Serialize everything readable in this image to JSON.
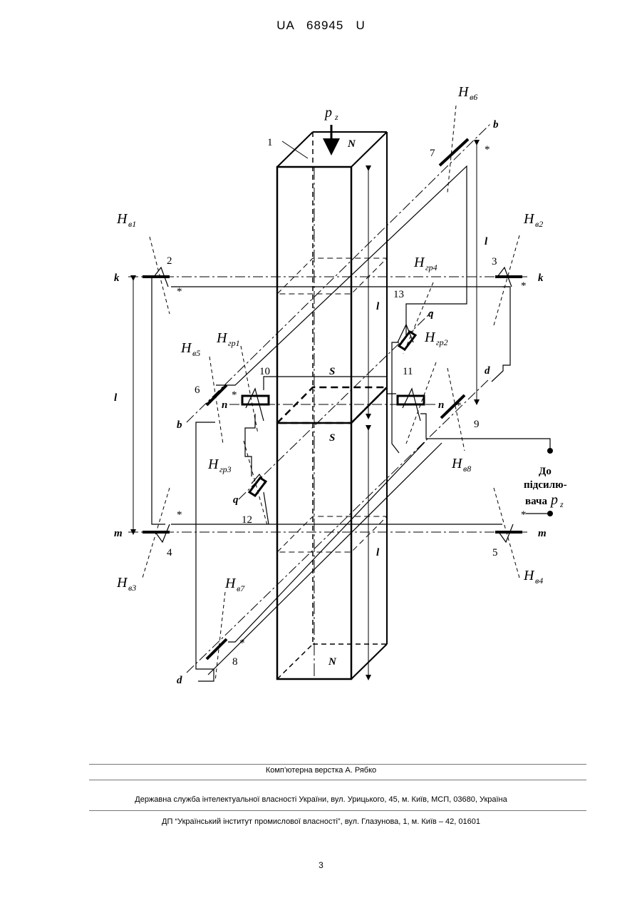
{
  "header": {
    "doc_id": "UA   68945   U"
  },
  "diagram": {
    "pressure_label": "p",
    "pressure_sub": "z",
    "poles": {
      "top": "N",
      "bottom": "N",
      "mid_top": "S",
      "mid_bottom": "S"
    },
    "axes": {
      "k": "k",
      "m": "m",
      "n": "n",
      "b": "b",
      "d": "d",
      "q": "q"
    },
    "dimension": "l",
    "numbers": [
      "1",
      "2",
      "3",
      "4",
      "5",
      "6",
      "7",
      "8",
      "9",
      "10",
      "11",
      "12",
      "13"
    ],
    "sensors": {
      "hv1": {
        "main": "H",
        "sub": "в1"
      },
      "hv2": {
        "main": "H",
        "sub": "в2"
      },
      "hv3": {
        "main": "H",
        "sub": "в3"
      },
      "hv4": {
        "main": "H",
        "sub": "в4"
      },
      "hv5": {
        "main": "H",
        "sub": "в5"
      },
      "hv6": {
        "main": "H",
        "sub": "в6"
      },
      "hv7": {
        "main": "H",
        "sub": "в7"
      },
      "hv8": {
        "main": "H",
        "sub": "в8"
      },
      "hgr1": {
        "main": "H",
        "sub": "гр1"
      },
      "hgr2": {
        "main": "H",
        "sub": "гр2"
      },
      "hgr3": {
        "main": "H",
        "sub": "гр3"
      },
      "hgr4": {
        "main": "H",
        "sub": "гр4"
      }
    },
    "amplifier": {
      "line1": "До",
      "line2": "підсилю-",
      "line3": "вача",
      "var": "p",
      "var_sub": "z"
    },
    "star": "*"
  },
  "footer": {
    "layout_credit": "Комп’ютерна верстка А. Рябко",
    "agency": "Державна служба інтелектуальної власності України, вул. Урицького, 45, м. Київ, МСП, 03680, Україна",
    "institute": "ДП “Український інститут промислової власності”, вул. Глазунова, 1, м. Київ – 42, 01601"
  },
  "page_number": "3"
}
